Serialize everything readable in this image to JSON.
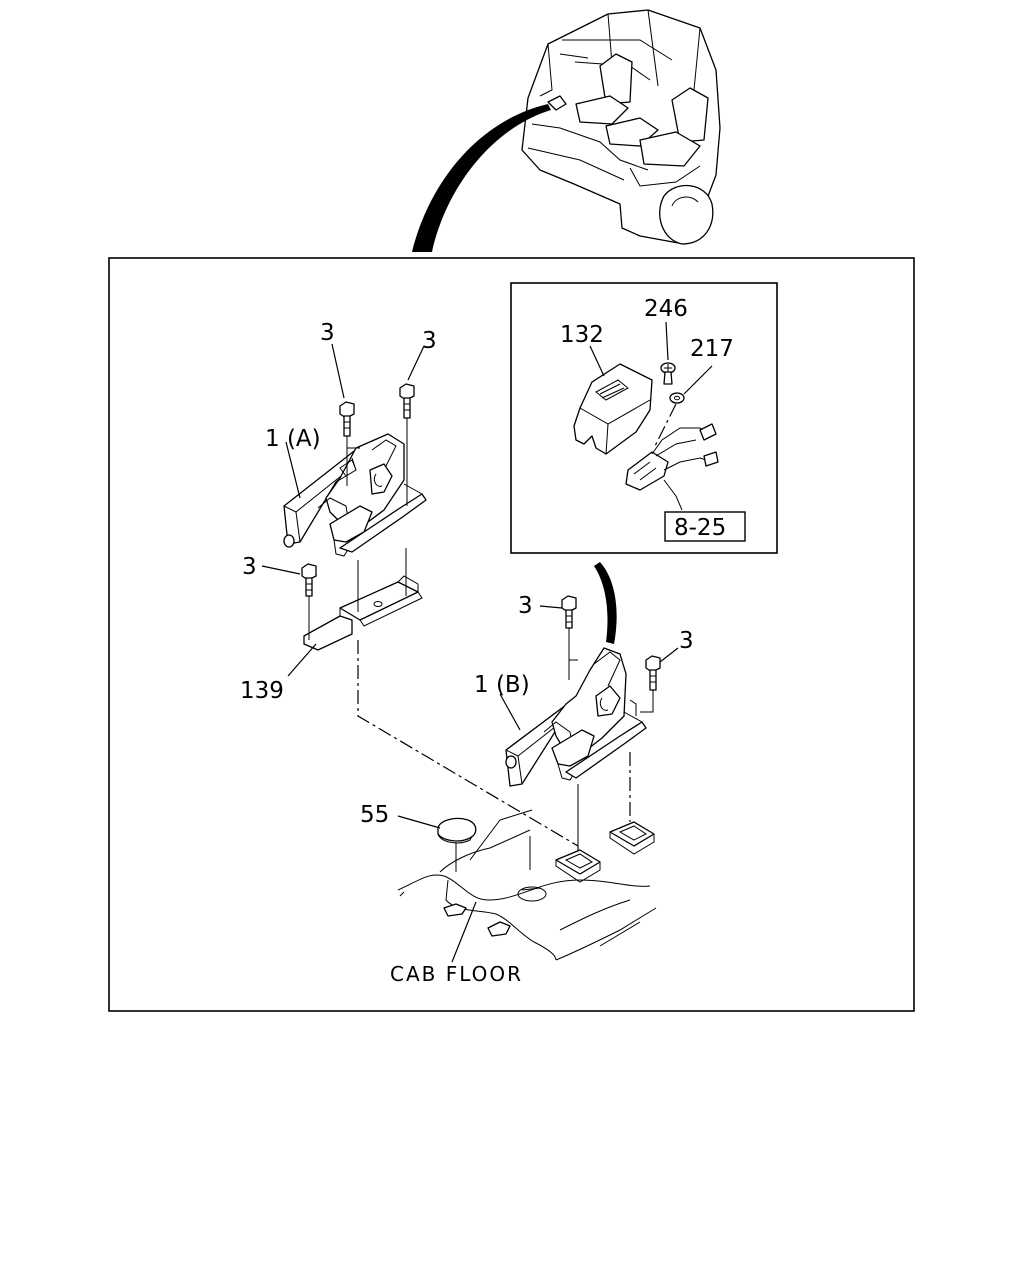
{
  "labels": {
    "bolt_a1": "3",
    "bolt_a2": "3",
    "bolt_a3": "3",
    "lever_a": "1 (A)",
    "bracket": "139",
    "cover": "132",
    "screw": "246",
    "washer": "217",
    "ref_box": "8-25",
    "bolt_b1": "3",
    "bolt_b2": "3",
    "lever_b": "1 (B)",
    "grommet": "55",
    "floor": "CAB FLOOR"
  }
}
